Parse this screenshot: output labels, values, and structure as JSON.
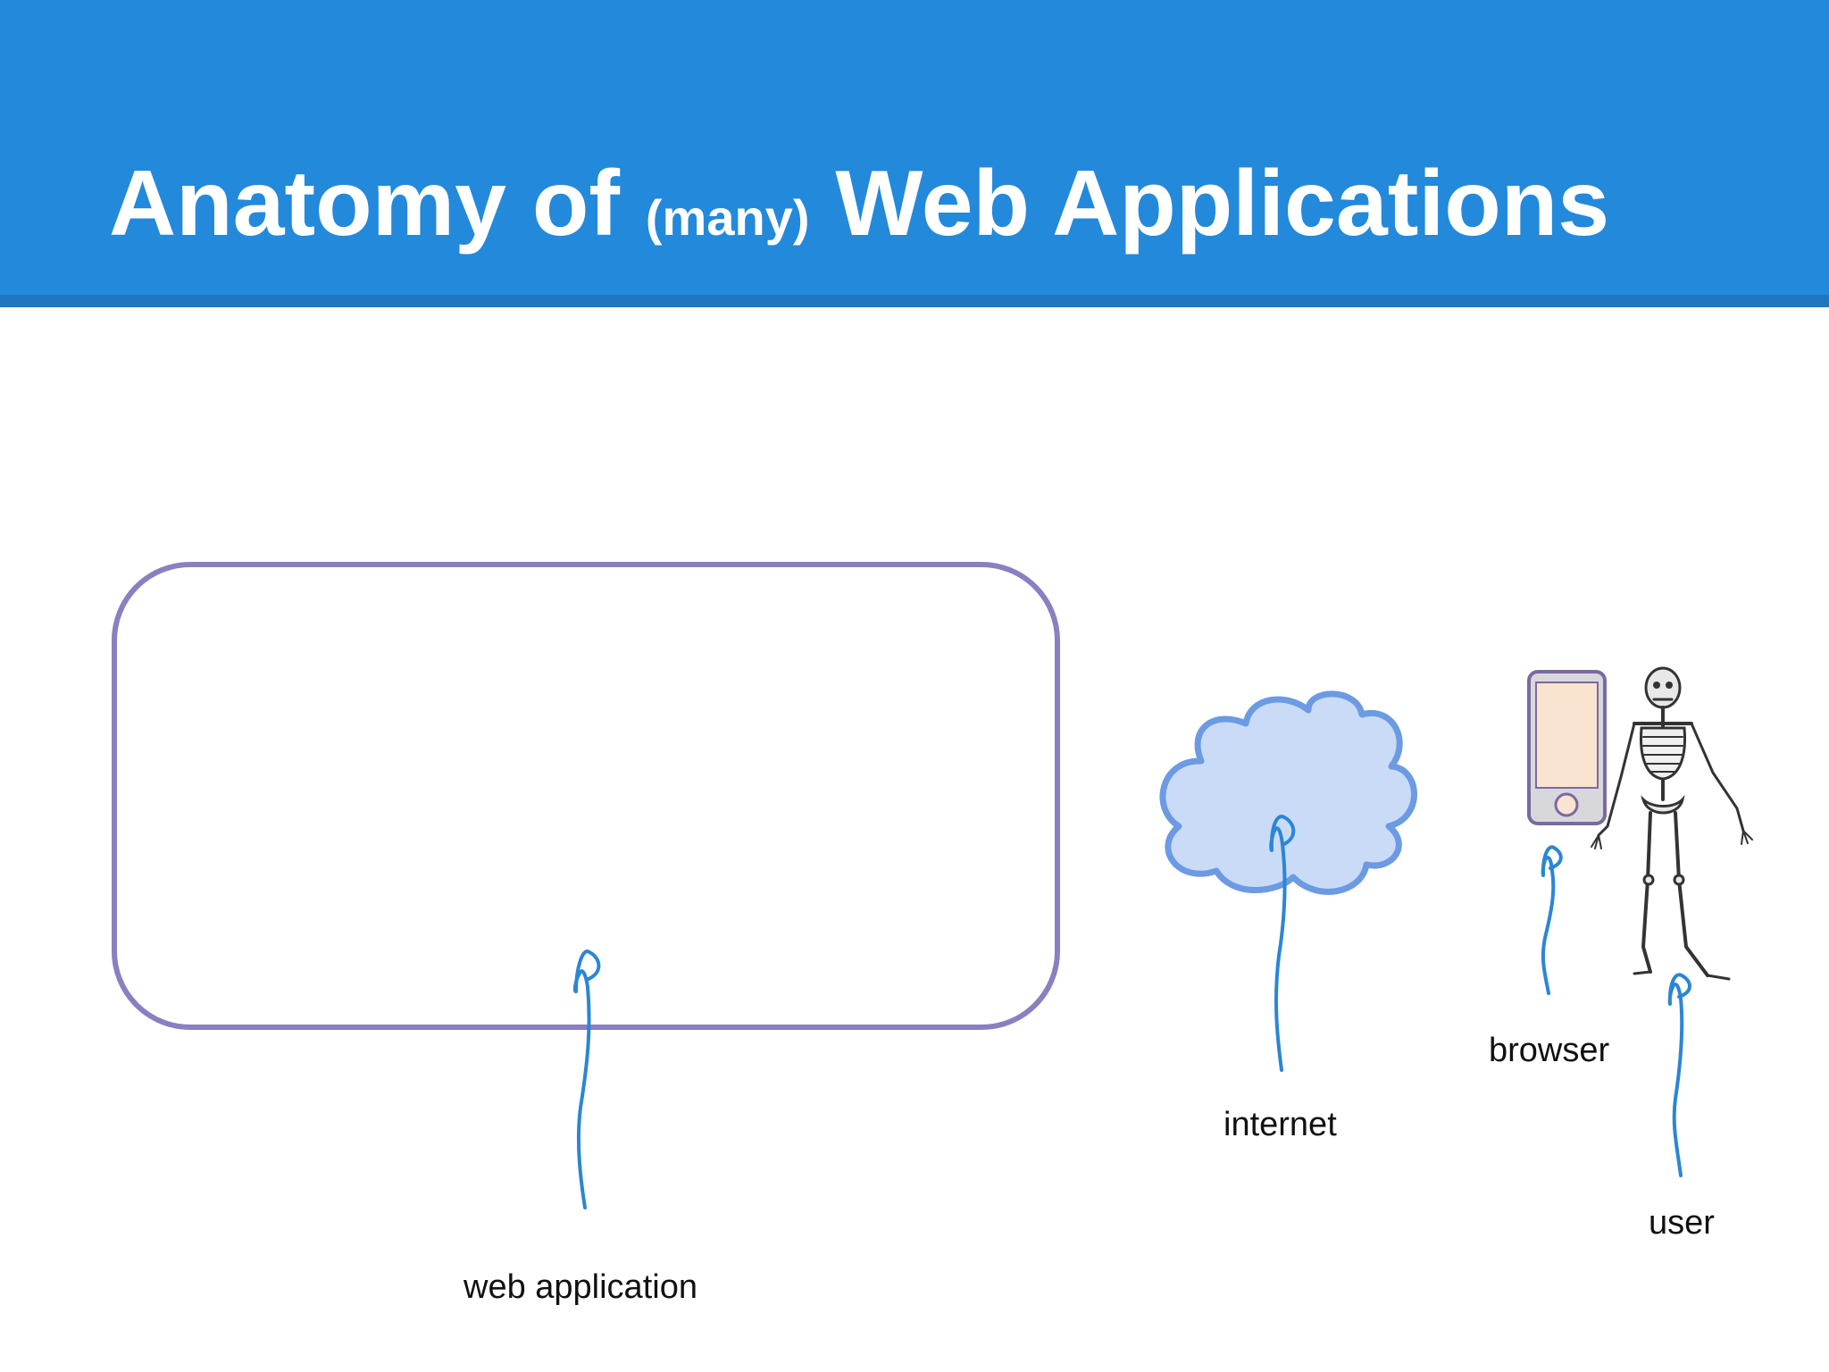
{
  "header": {
    "title_part1": "Anatomy of",
    "title_small": "(many)",
    "title_part2": "Web Applications",
    "background_color": "#2389db",
    "rule_color": "#1f76bd"
  },
  "diagram": {
    "labels": {
      "web_application": "web application",
      "internet": "internet",
      "browser": "browser",
      "user": "user"
    },
    "colors": {
      "app_box_stroke": "#8b7fc1",
      "cloud_fill": "#c9dbf7",
      "cloud_stroke": "#6c9ae3",
      "arrow_stroke": "#2b86d4",
      "phone_screen": "#f8e4d0",
      "phone_body": "#d8d8dc"
    },
    "icons": [
      "cloud-icon",
      "phone-icon",
      "skeleton-icon"
    ]
  }
}
